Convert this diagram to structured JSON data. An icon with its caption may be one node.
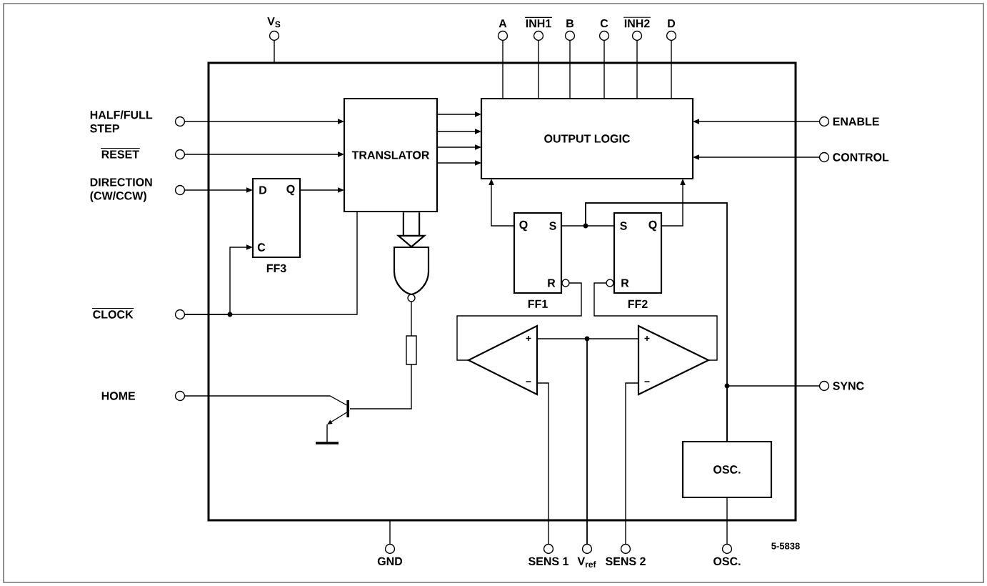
{
  "diagram": {
    "nodes": [
      {
        "text": [],
        "shape": "box"
      },
      {
        "text": [],
        "shape": "circle",
        "beside": [
          "V$_{S}$"
        ]
      },
      {
        "text": [],
        "shape": "circle",
        "beside": [
          "A"
        ]
      },
      {
        "text": [],
        "shape": "circle",
        "beside": [
          "INH1"
        ]
      },
      {
        "text": [],
        "shape": "circle",
        "beside": [
          "B"
        ]
      },
      {
        "text": [],
        "shape": "circle",
        "beside": [
          "C"
        ]
      },
      {
        "text": [],
        "shape": "circle",
        "beside": [
          "INH2"
        ]
      },
      {
        "text": [],
        "shape": "circle",
        "beside": [
          "D"
        ]
      },
      {
        "text": [],
        "shape": "circle",
        "beside": [
          "HALF/FULL STEP"
        ]
      },
      {
        "text": [
          "TRANSLATOR"
        ],
        "in": 0
      },
      {
        "text": [
          "OUTPUT LOGIC"
        ],
        "in": 0
      },
      {
        "text": [],
        "shape": "circle",
        "beside": [
          "ENABLE"
        ]
      },
      {
        "text": [],
        "shape": "circle",
        "beside": [
          "RESET"
        ]
      },
      {
        "text": [],
        "shape": "circle",
        "beside": [
          "CONTROL"
        ]
      },
      {
        "text": [],
        "shape": "circle",
        "beside": [
          "DIRECTION (CW/CCW)"
        ]
      },
      {
        "text": [
          "D",
          "Q",
          "C"
        ],
        "beside": [
          "FF3"
        ],
        "in": 0
      },
      {
        "text": [
          "Q",
          "S",
          "R"
        ],
        "beside": [
          "FF1"
        ],
        "in": 0
      },
      {
        "text": [
          "S",
          "Q",
          "R"
        ],
        "beside": [
          "FF2"
        ],
        "in": 0
      },
      {
        "text": [],
        "shape": "gate",
        "in": 0
      },
      {
        "text": [],
        "shape": "circle",
        "beside": [
          "CLOCK"
        ]
      },
      {
        "text": [],
        "shape": "resistor",
        "in": 0
      },
      {
        "text": [
          "+",
          "−"
        ],
        "in": 0
      },
      {
        "text": [
          "+",
          "−"
        ],
        "in": 0
      },
      {
        "text": [],
        "shape": "circle",
        "beside": [
          "SYNC"
        ]
      },
      {
        "text": [],
        "shape": "circle",
        "beside": [
          "HOME"
        ]
      },
      {
        "text": [],
        "shape": "transistor",
        "in": 0
      },
      {
        "text": [
          "OSC."
        ],
        "in": 0
      },
      {
        "text": [],
        "shape": "circle",
        "beside": [
          "GND"
        ]
      },
      {
        "text": [],
        "shape": "circle",
        "beside": [
          "SENS 1"
        ]
      },
      {
        "text": [],
        "shape": "circle",
        "beside": [
          "V$_{ref}$"
        ]
      },
      {
        "text": [],
        "shape": "circle",
        "beside": [
          "SENS 2"
        ]
      },
      {
        "text": [],
        "shape": "circle",
        "beside": [
          "OSC."
        ]
      }
    ],
    "edges": [
      {
        "from": 1,
        "to": 0,
        "arrow": "none"
      },
      {
        "from": 10,
        "to": 2,
        "arrow": "none"
      },
      {
        "from": 10,
        "to": 3,
        "arrow": "none"
      },
      {
        "from": 10,
        "to": 4,
        "arrow": "none"
      },
      {
        "from": 10,
        "to": 5,
        "arrow": "none"
      },
      {
        "from": 10,
        "to": 6,
        "arrow": "none"
      },
      {
        "from": 10,
        "to": 7,
        "arrow": "none"
      },
      {
        "from": 8,
        "to": 9,
        "arrow": "to"
      },
      {
        "from": 12,
        "to": 9,
        "arrow": "to"
      },
      {
        "from": 14,
        "to": 15,
        "arrow": "to"
      },
      {
        "from": 15,
        "to": 9,
        "arrow": "to"
      },
      {
        "from": 9,
        "to": 10,
        "arrow": "to"
      },
      {
        "from": 9,
        "to": 10,
        "arrow": "to"
      },
      {
        "from": 9,
        "to": 10,
        "arrow": "to"
      },
      {
        "from": 9,
        "to": 10,
        "arrow": "to"
      },
      {
        "from": 11,
        "to": 10,
        "arrow": "to"
      },
      {
        "from": 13,
        "to": 10,
        "arrow": "to"
      },
      {
        "from": 19,
        "to": 15,
        "arrow": "to"
      },
      {
        "from": 19,
        "to": 9,
        "arrow": "none"
      },
      {
        "from": 9,
        "to": 18,
        "arrow": "to",
        "style": "thick"
      },
      {
        "from": 18,
        "to": 20,
        "arrow": "none"
      },
      {
        "from": 20,
        "to": 25,
        "arrow": "none"
      },
      {
        "from": 24,
        "to": 25,
        "arrow": "none"
      },
      {
        "from": 16,
        "to": 10,
        "arrow": "to"
      },
      {
        "from": 17,
        "to": 10,
        "arrow": "to"
      },
      {
        "from": 26,
        "to": 16,
        "arrow": "none"
      },
      {
        "from": 26,
        "to": 17,
        "arrow": "none"
      },
      {
        "from": 26,
        "to": 23,
        "arrow": "none"
      },
      {
        "from": 21,
        "to": 16,
        "arrow": "none"
      },
      {
        "from": 22,
        "to": 17,
        "arrow": "none"
      },
      {
        "from": 29,
        "to": 21,
        "arrow": "none"
      },
      {
        "from": 29,
        "to": 22,
        "arrow": "none"
      },
      {
        "from": 28,
        "to": 21,
        "arrow": "none"
      },
      {
        "from": 30,
        "to": 22,
        "arrow": "none"
      },
      {
        "from": 31,
        "to": 26,
        "arrow": "none"
      },
      {
        "from": 27,
        "to": 0,
        "arrow": "none"
      }
    ],
    "labels": [
      "5-5838"
    ]
  }
}
